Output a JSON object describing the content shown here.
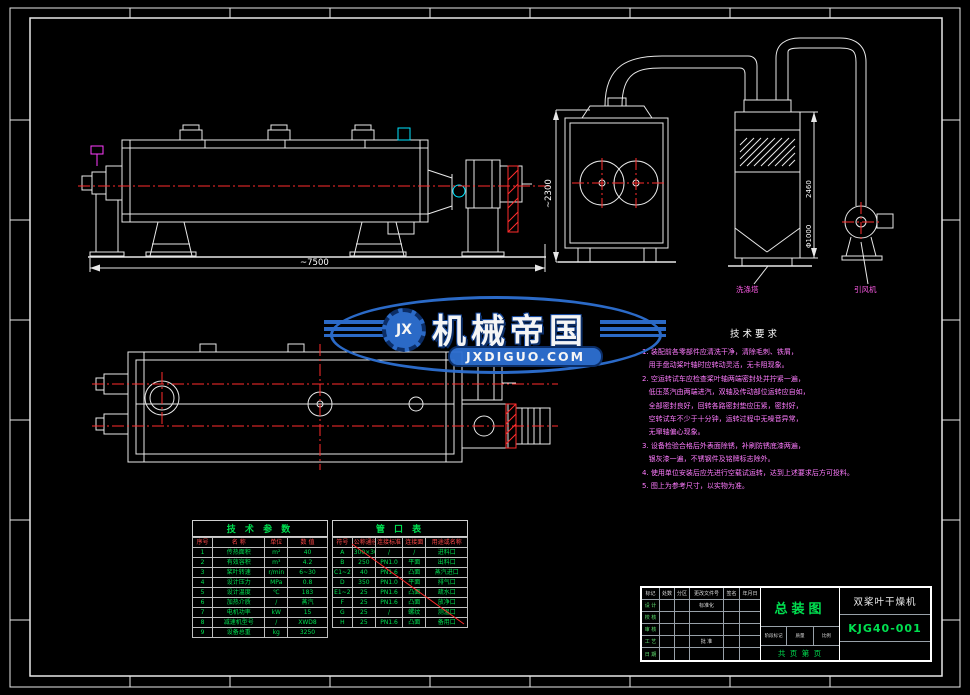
{
  "watermark": {
    "brand": "机械帝国",
    "site": "JXDIGUO.COM",
    "monogram": "JX"
  },
  "dims": {
    "overall_length": "~7500",
    "end_height": "~2300",
    "tower_height": "2460",
    "tower_dia": "Φ1000"
  },
  "labels": {
    "scrubber": "洗涤塔",
    "fan": "引风机"
  },
  "tech_req": {
    "title": "技术要求",
    "lines": [
      "1. 装配前各零部件应清洗干净，清除毛刺、铁屑，",
      "   用手盘动桨叶轴时应转动灵活，无卡阻现象。",
      "2. 空运转试车应检查桨叶轴两端密封处并拧紧一遍，",
      "   低压蒸汽由两端进汽，双轴及传动部位运转应自如，",
      "   全部密封良好，回转各路密封垫应压紧，密封好，",
      "   空转试车不少于十分钟，运转过程中无噪音异常，",
      "   无窜轴偏心现象。",
      "3. 设备检验合格后外表面除锈，补刷防锈底漆两遍，",
      "   银灰漆一遍，不锈钢件及铭牌标志除外。",
      "4. 使用单位安装后应先进行空载试运转，达到上述要求后方可投料。",
      "5. 图上为参考尺寸，以实物为准。"
    ]
  },
  "param_table": {
    "title": "技 术 参 数",
    "headers": [
      "序号",
      "名  称",
      "单位",
      "数  值"
    ],
    "rows": [
      [
        "1",
        "传热面积",
        "m²",
        "40"
      ],
      [
        "2",
        "有效容积",
        "m³",
        "4.2"
      ],
      [
        "3",
        "桨叶转速",
        "r/min",
        "6~30"
      ],
      [
        "4",
        "设计压力",
        "MPa",
        "0.8"
      ],
      [
        "5",
        "设计温度",
        "℃",
        "183"
      ],
      [
        "6",
        "加热介质",
        "/",
        "蒸汽"
      ],
      [
        "7",
        "电机功率",
        "kW",
        "15"
      ],
      [
        "8",
        "减速机型号",
        "/",
        "XWD8"
      ],
      [
        "9",
        "设备总重",
        "kg",
        "3250"
      ]
    ]
  },
  "nozzle_table": {
    "title": "管 口 表",
    "headers": [
      "符号",
      "公称通径",
      "连接标准",
      "连接面",
      "用途或名称"
    ],
    "rows": [
      [
        "A",
        "300×300",
        "/",
        "/",
        "进料口"
      ],
      [
        "B",
        "250",
        "PN1.0",
        "平面",
        "出料口"
      ],
      [
        "C1~2",
        "40",
        "PN1.6",
        "凸面",
        "蒸汽进口"
      ],
      [
        "D",
        "350",
        "PN1.0",
        "平面",
        "排气口"
      ],
      [
        "E1~2",
        "25",
        "PN1.6",
        "凸面",
        "疏水口"
      ],
      [
        "F",
        "25",
        "PN1.6",
        "凸面",
        "放净口"
      ],
      [
        "G",
        "25",
        "/",
        "螺纹",
        "测温口"
      ],
      [
        "H",
        "25",
        "PN1.6",
        "凸面",
        "备用口"
      ]
    ]
  },
  "title_block": {
    "rev_headers": [
      "标记",
      "处数",
      "分区",
      "更改文件号",
      "签名",
      "年月日"
    ],
    "sign_rows": [
      "设 计",
      "校 核",
      "审 核",
      "工 艺",
      "日 期"
    ],
    "std_label": "标准化",
    "approve_label": "批 准",
    "stage_labels": [
      "阶段标记",
      "质量",
      "比例"
    ],
    "drawing_title": "总装图",
    "product_name": "双桨叶干燥机",
    "drawing_no": "KJG40-001",
    "pages": "共  页  第  页"
  }
}
